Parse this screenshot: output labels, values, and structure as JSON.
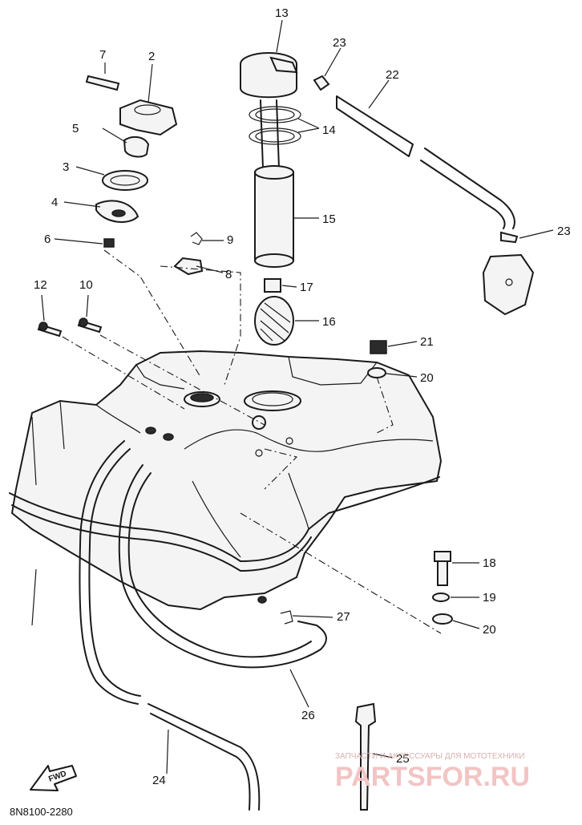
{
  "diagram": {
    "drawing_code": "8N8100-2280",
    "direction_arrow": "FWD",
    "watermark": {
      "line1": "ЗАПЧАСТИ И АКСЕССУАРЫ ДЛЯ МОТОТЕХНИКИ",
      "line2": "PARTSFOR.RU"
    },
    "callouts": {
      "p2": "2",
      "p3": "3",
      "p4": "4",
      "p5": "5",
      "p6": "6",
      "p7": "7",
      "p8": "8",
      "p9": "9",
      "p10": "10",
      "p12": "12",
      "p13": "13",
      "p14": "14",
      "p15": "15",
      "p16": "16",
      "p17": "17",
      "p18": "18",
      "p19": "19",
      "p20a": "20",
      "p20b": "20",
      "p21": "21",
      "p22": "22",
      "p23a": "23",
      "p23b": "23",
      "p24": "24",
      "p25": "25",
      "p26": "26",
      "p27": "27"
    }
  }
}
